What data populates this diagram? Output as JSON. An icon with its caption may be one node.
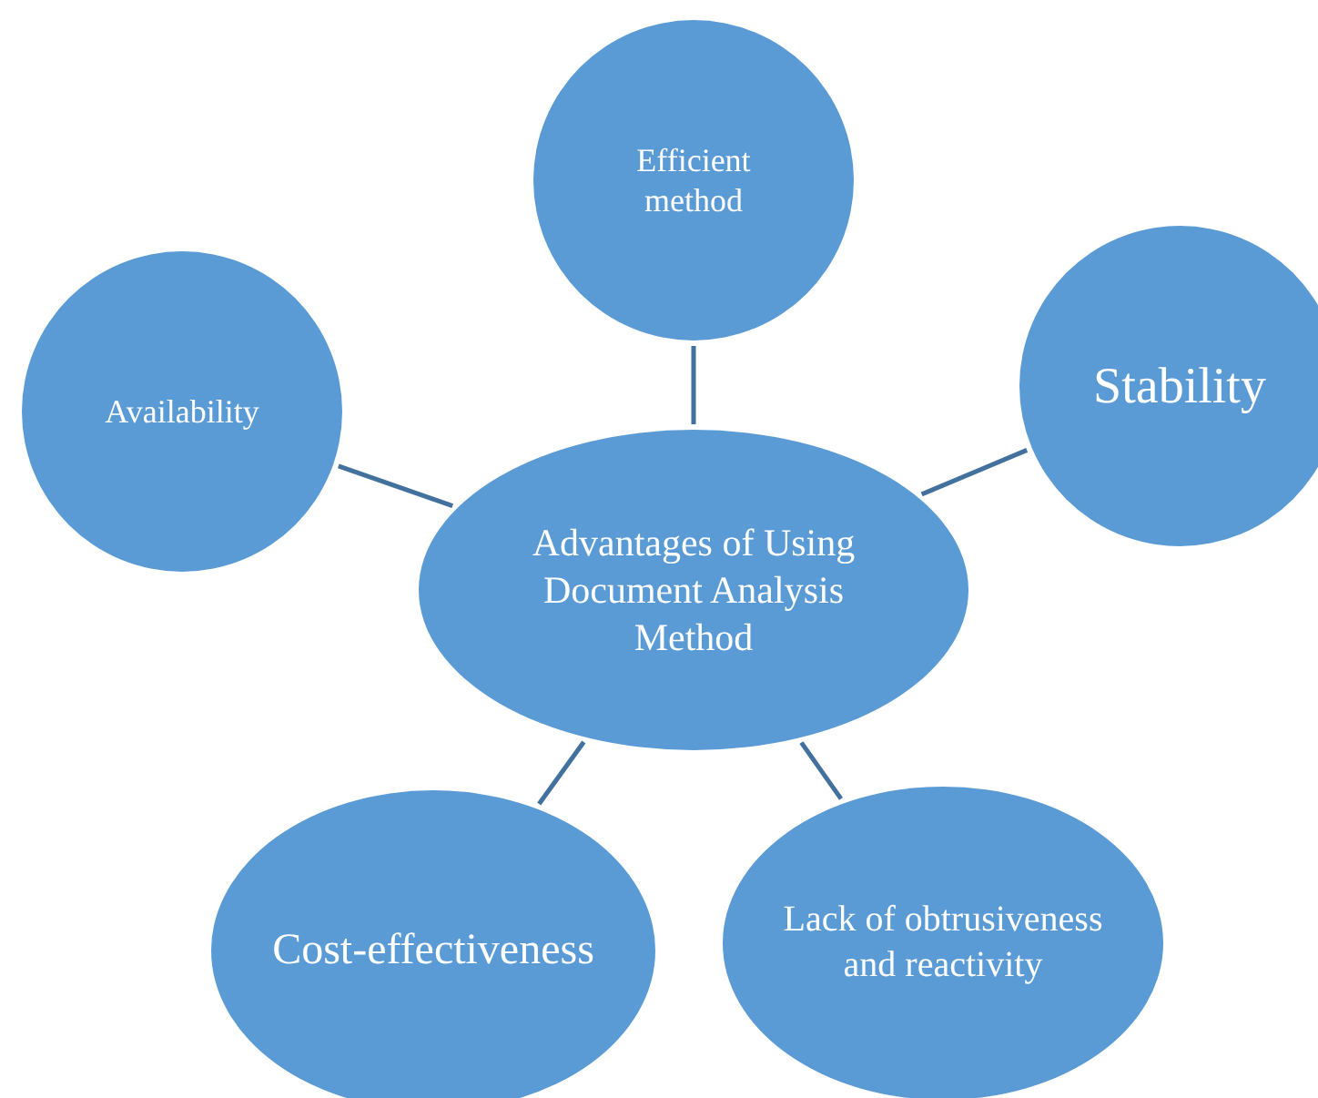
{
  "diagram": {
    "nodes": [
      {
        "text": [
          "Efficient method"
        ]
      },
      {
        "text": [
          "Availability"
        ]
      },
      {
        "text": [
          "Stability"
        ]
      },
      {
        "text": [
          "Advantages of Using Document Analysis Method"
        ]
      },
      {
        "text": [
          "Cost-effectiveness"
        ]
      },
      {
        "text": [
          "Lack of obtrusiveness and reactivity"
        ]
      }
    ],
    "edges": [
      {
        "from": 3,
        "to": 0,
        "arrow": "none"
      },
      {
        "from": 3,
        "to": 1,
        "arrow": "none"
      },
      {
        "from": 3,
        "to": 2,
        "arrow": "none"
      },
      {
        "from": 3,
        "to": 4,
        "arrow": "none"
      },
      {
        "from": 3,
        "to": 5,
        "arrow": "none"
      }
    ]
  }
}
